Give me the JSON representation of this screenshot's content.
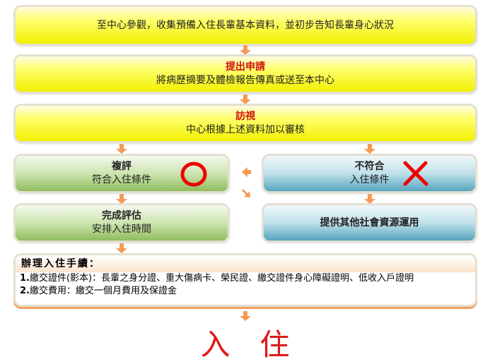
{
  "steps": {
    "visit": {
      "text": "至中心參觀，收集預備入住長輩基本資料，並初步告知長輩身心狀況"
    },
    "apply": {
      "title": "提出申請",
      "text": "將病歷摘要及體檢報告傳真或送至本中心"
    },
    "inspect": {
      "title": "訪視",
      "text": "中心根據上述資料加以審核"
    },
    "reassess": {
      "title": "複評",
      "text": "符合入住條件"
    },
    "notqualified": {
      "title": "不符合",
      "text": "入住條件"
    },
    "complete": {
      "title": "完成評估",
      "text": "安排入住時間"
    },
    "resources": {
      "title": "提供其他社會資源運用"
    },
    "procedure": {
      "title": "辦理入住手續：",
      "items": [
        {
          "num": "1.",
          "label": "繳交證件(影本)：",
          "text": "長輩之身分證、重大傷病卡、榮民證、繳交證件身心障礙證明、低收入戶證明"
        },
        {
          "num": "2.",
          "label": "繳交費用：",
          "text": "繳交一個月費用及保證金"
        }
      ]
    },
    "final": "入　住"
  },
  "colors": {
    "accent": "#f59a55",
    "red": "#d01010"
  }
}
